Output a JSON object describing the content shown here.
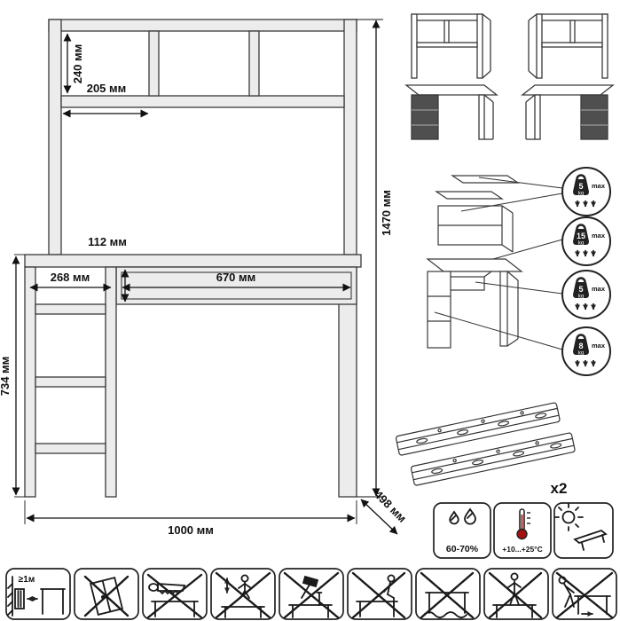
{
  "dimensions": {
    "shelf_height": "240 мм",
    "shelf_depth": "205 мм",
    "total_height": "1470 мм",
    "drawer_height": "112 мм",
    "cabinet_width": "268 мм",
    "drawer_width": "670 мм",
    "desk_height": "734 мм",
    "total_width": "1000 мм",
    "depth": "498 мм"
  },
  "load_limits": [
    {
      "value": "5",
      "unit": "kg",
      "max_label": "max"
    },
    {
      "value": "15",
      "unit": "kg",
      "max_label": "max"
    },
    {
      "value": "5",
      "unit": "kg",
      "max_label": "max"
    },
    {
      "value": "8",
      "unit": "kg",
      "max_label": "max"
    }
  ],
  "hardware": {
    "slides_count": "x2"
  },
  "conditions": {
    "humidity": "60-70%",
    "temperature": "+10...+25°C"
  },
  "care": {
    "min_heat_distance": "≥1м"
  }
}
